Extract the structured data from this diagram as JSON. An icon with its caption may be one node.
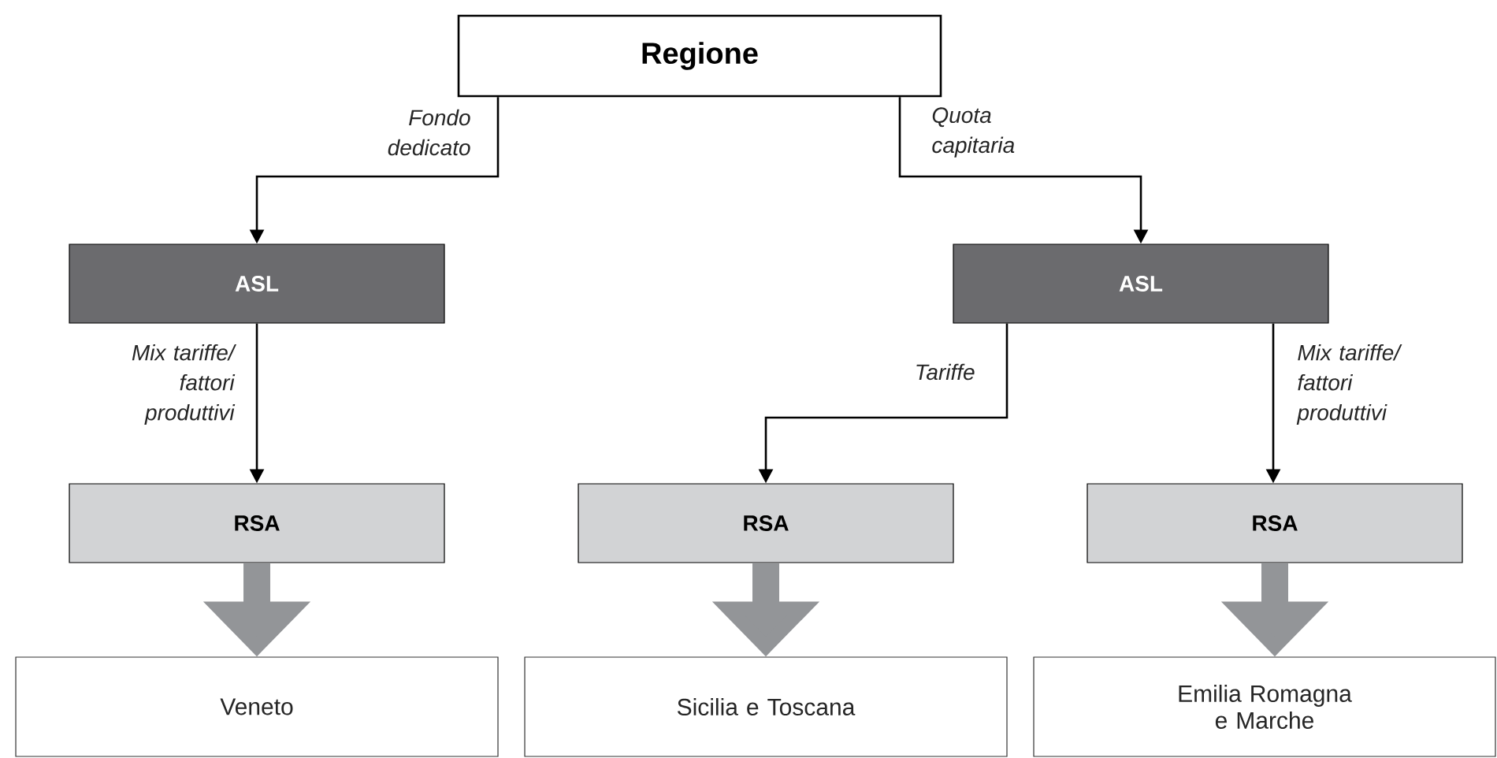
{
  "diagram": {
    "nodes": [
      {
        "text": [
          "Regione"
        ]
      },
      {
        "text": [
          "ASL"
        ]
      },
      {
        "text": [
          "ASL"
        ]
      },
      {
        "text": [
          "RSA"
        ]
      },
      {
        "text": [
          "RSA"
        ]
      },
      {
        "text": [
          "RSA"
        ]
      },
      {
        "text": [
          "Veneto"
        ]
      },
      {
        "text": [
          "Sicilia e Toscana"
        ]
      },
      {
        "text": [
          "Emilia Romagna e Marche"
        ]
      }
    ],
    "edges": [
      {
        "from": 0,
        "to": 1,
        "arrow": "to",
        "label": "Fondo dedicato"
      },
      {
        "from": 0,
        "to": 2,
        "arrow": "to",
        "label": "Quota capitaria"
      },
      {
        "from": 1,
        "to": 3,
        "arrow": "to",
        "label": "Mix tariffe/ fattori produttivi"
      },
      {
        "from": 2,
        "to": 4,
        "arrow": "to",
        "label": "Tariffe"
      },
      {
        "from": 2,
        "to": 5,
        "arrow": "to",
        "label": "Mix tariffe/ fattori produttivi"
      },
      {
        "from": 3,
        "to": 6,
        "arrow": "to",
        "style": "thick",
        "color": "#939598"
      },
      {
        "from": 4,
        "to": 7,
        "arrow": "to",
        "style": "thick",
        "color": "#939598"
      },
      {
        "from": 5,
        "to": 8,
        "arrow": "to",
        "style": "thick",
        "color": "#939598"
      }
    ]
  }
}
